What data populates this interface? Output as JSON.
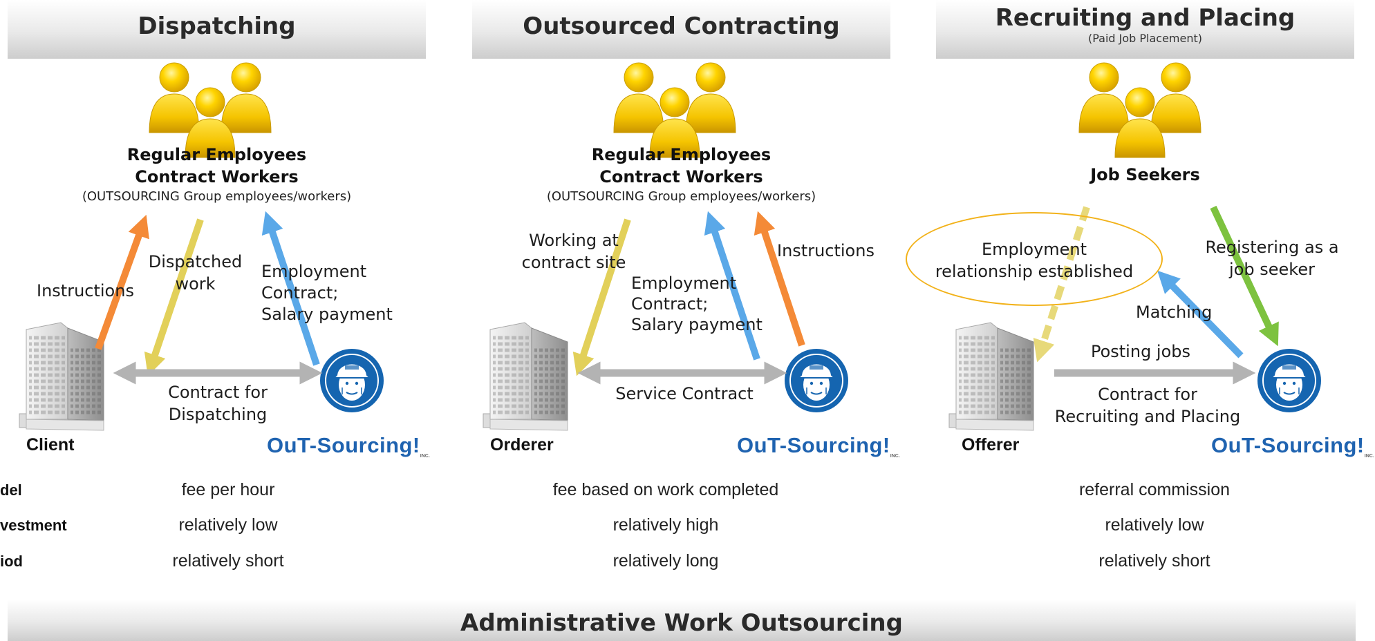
{
  "headers": {
    "dispatching": {
      "title": "Dispatching"
    },
    "outsourced": {
      "title": "Outsourced Contracting"
    },
    "recruiting": {
      "title": "Recruiting and Placing",
      "subtitle": "(Paid Job Placement)"
    },
    "admin": {
      "title": "Administrative Work Outsourcing"
    }
  },
  "dispatching": {
    "group_line1": "Regular Employees",
    "group_line2": "Contract Workers",
    "group_sub": "(OUTSOURCING Group employees/workers)",
    "label_instructions": "Instructions",
    "label_dispatched_1": "Dispatched",
    "label_dispatched_2": "work",
    "label_employment_1": "Employment",
    "label_employment_2": "Contract;",
    "label_employment_3": "Salary payment",
    "label_contract_1": "Contract for",
    "label_contract_2": "Dispatching",
    "party": "Client",
    "brand": "OuT-Sourcing!"
  },
  "outsourced": {
    "group_line1": "Regular Employees",
    "group_line2": "Contract Workers",
    "group_sub": "(OUTSOURCING Group employees/workers)",
    "label_working_1": "Working at",
    "label_working_2": "contract site",
    "label_employment_1": "Employment",
    "label_employment_2": "Contract;",
    "label_employment_3": "Salary payment",
    "label_instructions": "Instructions",
    "label_service": "Service Contract",
    "party": "Orderer",
    "brand": "OuT-Sourcing!"
  },
  "recruiting": {
    "group_line1": "Job Seekers",
    "label_employment_1": "Employment",
    "label_employment_2": "relationship established",
    "label_registering_1": "Registering as a",
    "label_registering_2": "job seeker",
    "label_matching": "Matching",
    "label_posting": "Posting jobs",
    "label_contract_1": "Contract for",
    "label_contract_2": "Recruiting and Placing",
    "party": "Offerer",
    "brand": "OuT-Sourcing!"
  },
  "brand_small": "INC.",
  "table": {
    "row_labels": [
      "del",
      "vestment",
      "iod"
    ],
    "dispatching": [
      "fee per hour",
      "relatively low",
      "relatively short"
    ],
    "outsourced": [
      "fee based on work completed",
      "relatively high",
      "relatively long"
    ],
    "recruiting": [
      "referral commission",
      "relatively low",
      "relatively short"
    ]
  },
  "colors": {
    "orange": "#f48a37",
    "yellow": "#e2d05a",
    "blue": "#5aa8e8",
    "green": "#7dc23f",
    "gray": "#b3b3b3",
    "oval": "#f2b21a",
    "brand": "#1f63b0"
  }
}
